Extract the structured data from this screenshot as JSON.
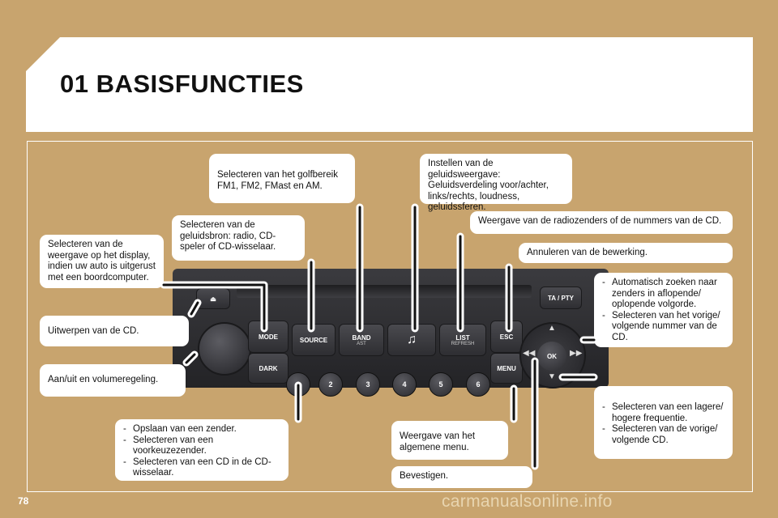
{
  "title": "01 BASISFUNCTIES",
  "page_number": "78",
  "watermark": "carmanualsonline.info",
  "boxes": {
    "band": "Selecteren van het golfbereik FM1, FM2, FMast en AM.",
    "sound": "Instellen van de geluidsweergave: Geluidsverdeling voor/achter, links/rechts, loudness, geluidssferen.",
    "list": "Weergave van de radiozenders of de nummers van de CD.",
    "source": "Selecteren van de geluidsbron: radio, CD-speler of CD-wisselaar.",
    "esc": "Annuleren van de bewerking.",
    "mode": "Selecteren van de weergave op het display, indien uw auto is uitgerust met een boordcomputer.",
    "eject": "Uitwerpen van de CD.",
    "power": "Aan/uit en volumeregeling.",
    "menu": "Weergave van het algemene menu.",
    "ok": "Bevestigen."
  },
  "lists": {
    "seek": [
      "Automatisch zoeken naar zenders in aflopende/ oplopende volgorde.",
      "Selecteren van het vorige/ volgende nummer van de CD."
    ],
    "freq": [
      "Selecteren van een lagere/ hogere frequentie.",
      "Selecteren van de vorige/ volgende CD."
    ],
    "presets": [
      "Opslaan van een zender.",
      "Selecteren van een voorkeuzezender.",
      "Selecteren van een CD in de CD-wisselaar."
    ]
  },
  "radio": {
    "mode": "MODE",
    "dark": "DARK",
    "source": "SOURCE",
    "band": "BAND",
    "band_sub": "AST",
    "list": "LIST",
    "list_sub": "REFRESH",
    "esc": "ESC",
    "menu": "MENU",
    "ok": "OK",
    "ta": "TA / PTY",
    "presets": [
      "1",
      "2",
      "3",
      "4",
      "5",
      "6"
    ]
  }
}
